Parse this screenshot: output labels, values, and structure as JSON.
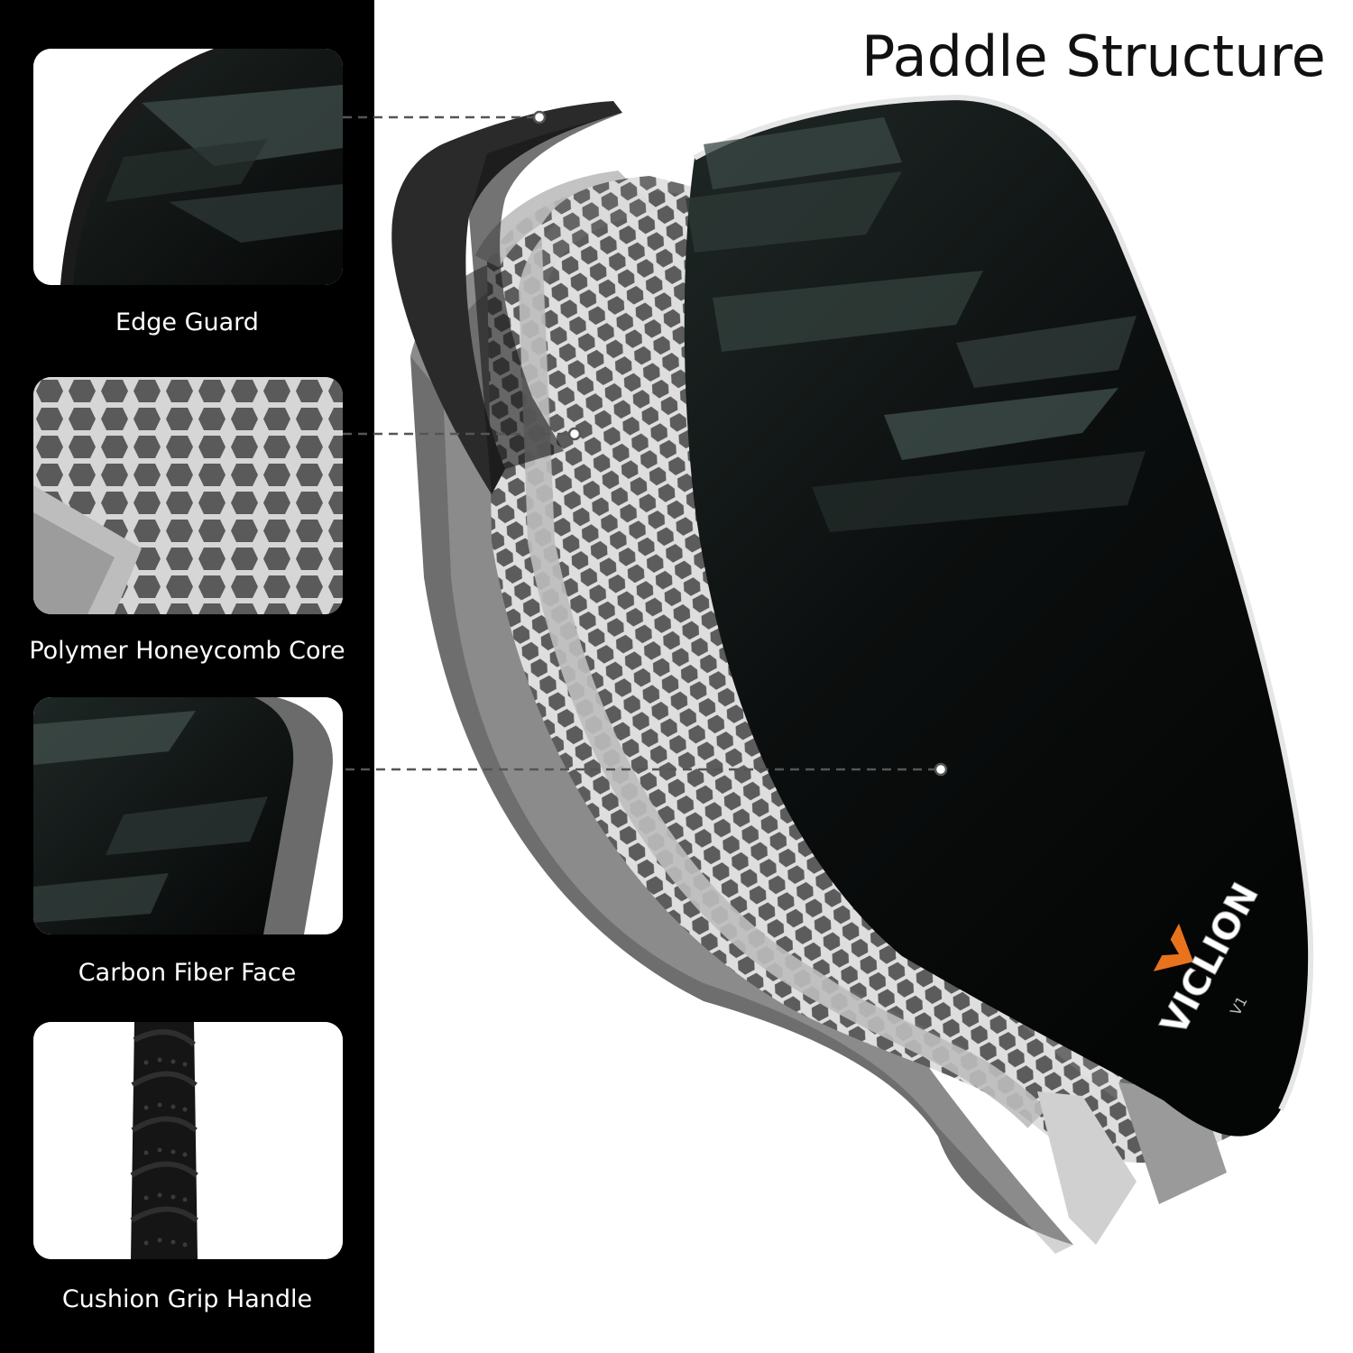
{
  "title": "Paddle Structure",
  "brand": {
    "logo_text": "VICLION",
    "model": "V1"
  },
  "layers": [
    {
      "label": "Edge Guard",
      "icon": "edge-guard-icon"
    },
    {
      "label": "Polymer Honeycomb Core",
      "icon": "honeycomb-core-icon"
    },
    {
      "label": "Carbon Fiber Face",
      "icon": "carbon-fiber-face-icon"
    },
    {
      "label": "Cushion Grip Handle",
      "icon": "grip-handle-icon"
    }
  ],
  "colors": {
    "sidebar": "#000000",
    "face": "#141818",
    "accent": "#e8731c",
    "core": "#8e8e8e",
    "edge": "#2c2c2c"
  }
}
